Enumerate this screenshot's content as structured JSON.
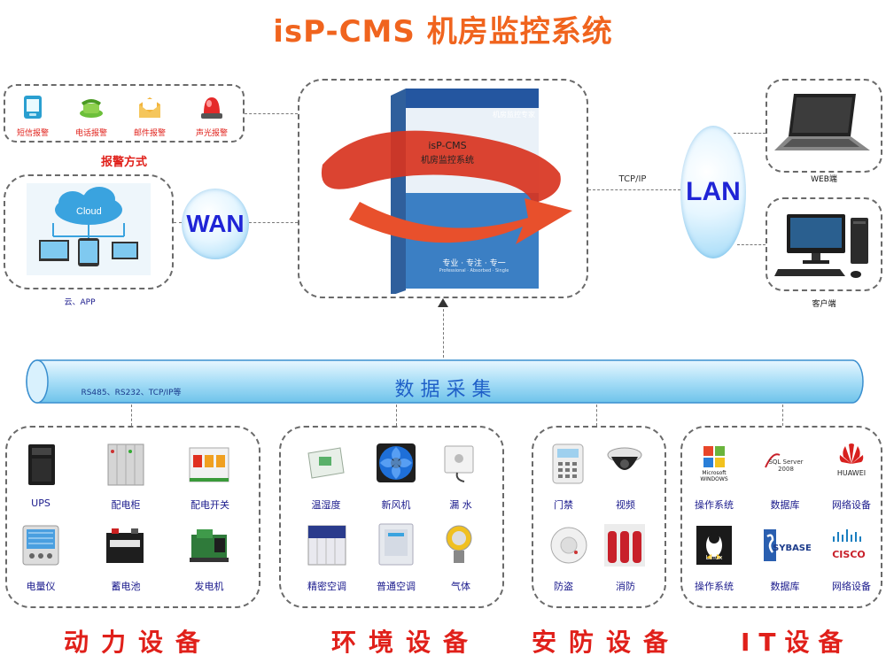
{
  "title": "isP-CMS 机房监控系统",
  "alarm": {
    "caption": "报警方式",
    "items": [
      {
        "label": "短信报警",
        "icon": "sms-alarm-icon"
      },
      {
        "label": "电话报警",
        "icon": "phone-alarm-icon"
      },
      {
        "label": "邮件报警",
        "icon": "email-alarm-icon"
      },
      {
        "label": "声光报警",
        "icon": "siren-alarm-icon"
      }
    ]
  },
  "cloud": {
    "icon_text": "Cloud",
    "caption": "云、APP"
  },
  "wan": "WAN",
  "lan": "LAN",
  "tcpip": "TCP/IP",
  "product": {
    "box_name": "isP-CMS",
    "box_subtitle": "机房监控系统",
    "box_tag": "机房监控专家",
    "box_slogan": "专业 · 专注 · 专一",
    "box_slogan_en": "Professional · Absorbed · Single"
  },
  "clients": {
    "web": "WEB端",
    "client": "客户端"
  },
  "bus": {
    "label": "数 据 采 集",
    "protocols": "RS485、RS232、TCP/IP等"
  },
  "groups": [
    {
      "caption": "动力设备",
      "items": [
        {
          "label": "UPS",
          "icon": "ups-icon"
        },
        {
          "label": "配电柜",
          "icon": "distribution-cabinet-icon"
        },
        {
          "label": "配电开关",
          "icon": "breaker-switch-icon"
        },
        {
          "label": "电量仪",
          "icon": "power-meter-icon"
        },
        {
          "label": "蓄电池",
          "icon": "battery-icon"
        },
        {
          "label": "发电机",
          "icon": "generator-icon"
        }
      ]
    },
    {
      "caption": "环境设备",
      "items": [
        {
          "label": "温湿度",
          "icon": "temp-humidity-sensor-icon"
        },
        {
          "label": "新风机",
          "icon": "fan-icon"
        },
        {
          "label": "漏 水",
          "icon": "water-leak-sensor-icon"
        },
        {
          "label": "精密空调",
          "icon": "precision-ac-icon"
        },
        {
          "label": "普通空调",
          "icon": "ac-icon"
        },
        {
          "label": "气体",
          "icon": "gas-detector-icon"
        }
      ]
    },
    {
      "caption": "安防设备",
      "items": [
        {
          "label": "门禁",
          "icon": "access-control-icon"
        },
        {
          "label": "视频",
          "icon": "camera-icon"
        },
        {
          "label": "防盗",
          "icon": "smoke-detector-icon"
        },
        {
          "label": "消防",
          "icon": "fire-extinguisher-icon"
        }
      ]
    },
    {
      "caption": "IT设备",
      "items": [
        {
          "label": "操作系统",
          "icon": "windows-logo-icon",
          "logo": "Microsoft WINDOWS"
        },
        {
          "label": "数据库",
          "icon": "sqlserver-logo-icon",
          "logo": "SQL Server 2008"
        },
        {
          "label": "网络设备",
          "icon": "huawei-logo-icon",
          "logo": "HUAWEI"
        },
        {
          "label": "操作系统",
          "icon": "linux-logo-icon",
          "logo": "Linux"
        },
        {
          "label": "数据库",
          "icon": "sybase-logo-icon",
          "logo": "SYBASE"
        },
        {
          "label": "网络设备",
          "icon": "cisco-logo-icon",
          "logo": "CISCO"
        }
      ]
    }
  ]
}
